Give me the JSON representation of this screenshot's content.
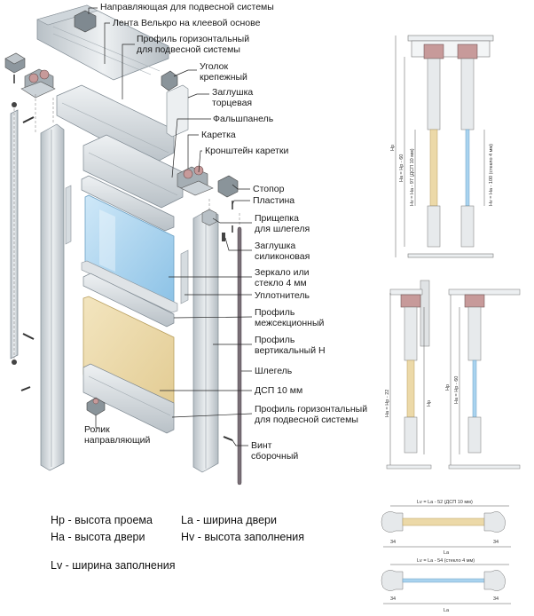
{
  "callouts": [
    {
      "id": "guide-top",
      "text": "Направляющая для подвесной системы"
    },
    {
      "id": "velcro",
      "text": "Лента Велькро на клеевой основе"
    },
    {
      "id": "profile-h-top-1",
      "text": "Профиль горизонтальный"
    },
    {
      "id": "profile-h-top-2",
      "text": "для подвесной системы"
    },
    {
      "id": "corner-1",
      "text": "Уголок"
    },
    {
      "id": "corner-2",
      "text": "крепежный"
    },
    {
      "id": "end-cap-1",
      "text": "Заглушка"
    },
    {
      "id": "end-cap-2",
      "text": "торцевая"
    },
    {
      "id": "false-panel",
      "text": "Фальшпанель"
    },
    {
      "id": "carriage",
      "text": "Каретка"
    },
    {
      "id": "carriage-bracket",
      "text": "Кронштейн каретки"
    },
    {
      "id": "stopper",
      "text": "Стопор"
    },
    {
      "id": "plate",
      "text": "Пластина"
    },
    {
      "id": "clip-1",
      "text": "Прищепка"
    },
    {
      "id": "clip-2",
      "text": "для шлегеля"
    },
    {
      "id": "silicone-cap-1",
      "text": "Заглушка"
    },
    {
      "id": "silicone-cap-2",
      "text": "силиконовая"
    },
    {
      "id": "mirror-1",
      "text": "Зеркало или"
    },
    {
      "id": "mirror-2",
      "text": "стекло 4 мм"
    },
    {
      "id": "seal",
      "text": "Уплотнитель"
    },
    {
      "id": "inter-profile-1",
      "text": "Профиль"
    },
    {
      "id": "inter-profile-2",
      "text": "межсекционный"
    },
    {
      "id": "vert-profile-1",
      "text": "Профиль"
    },
    {
      "id": "vert-profile-2",
      "text": "вертикальный Н"
    },
    {
      "id": "schlegel",
      "text": "Шлегель"
    },
    {
      "id": "dsp",
      "text": "ДСП 10 мм"
    },
    {
      "id": "profile-h-bot-1",
      "text": "Профиль горизонтальный"
    },
    {
      "id": "profile-h-bot-2",
      "text": "для подвесной системы"
    },
    {
      "id": "roller-1",
      "text": "Ролик"
    },
    {
      "id": "roller-2",
      "text": "направляющий"
    },
    {
      "id": "screw-1",
      "text": "Винт"
    },
    {
      "id": "screw-2",
      "text": "сборочный"
    }
  ],
  "legend": [
    {
      "id": "hp",
      "text": "Нр - высота проема"
    },
    {
      "id": "ha",
      "text": "На - высота двери"
    },
    {
      "id": "lv",
      "text": "Lv - ширина заполнения"
    },
    {
      "id": "la",
      "text": "La - ширина двери"
    },
    {
      "id": "hv",
      "text": "Hv - высота заполнения"
    }
  ],
  "dimensions": {
    "top_hp": "Hp",
    "top_ha": "Ha = Hp - 60",
    "top_hv_dsp": "Hv = Ha - 97 (ДСП 10 мм)",
    "top_hv_glass": "Hv = Ha - 100 (стекло 4 мм)",
    "mid_left_ha": "Ha = Hp - 22",
    "mid_left_hp": "Hp",
    "mid_right_hp": "Hp",
    "mid_right_ha": "Ha = Hp - 60",
    "sec1_lv": "Lv = La - 52 (ДСП 10 мм)",
    "sec1_la": "La",
    "sec1_left": "34",
    "sec1_right": "34",
    "sec2_lv": "Lv = La - 54 (стекло 4 мм)",
    "sec2_la": "La",
    "sec2_left": "34",
    "sec2_right": "34"
  },
  "colors": {
    "aluminum": "#dfe3e6",
    "aluminum_dark": "#a9b2b8",
    "glass": "#a9d3ef",
    "dsp": "#ecd9a8",
    "schlegel": "#7a6f77",
    "roller": "#c79a9a"
  }
}
